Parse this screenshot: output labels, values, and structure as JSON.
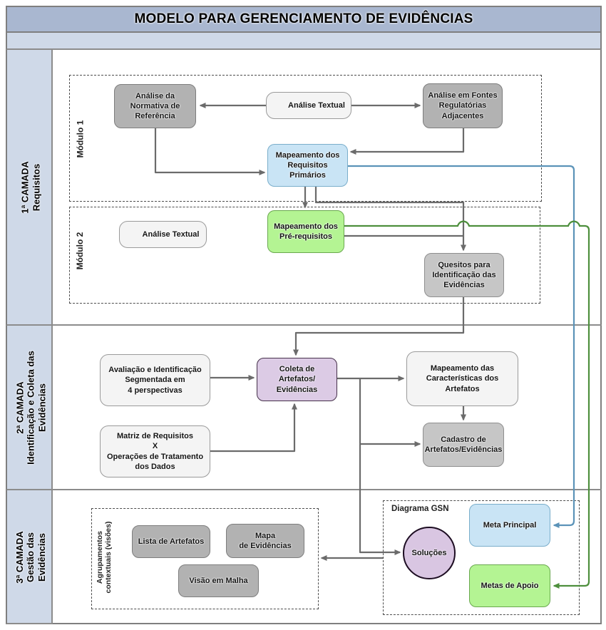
{
  "title": "MODELO PARA GERENCIAMENTO DE EVIDÊNCIAS",
  "sidebar": {
    "layer1": [
      "1ª CAMADA",
      "Requisitos"
    ],
    "layer2": [
      "2ª CAMADA",
      "Identificação e Coleta das",
      "Evidências"
    ],
    "layer3": [
      "3ª CAMADA",
      "Gestão das",
      "Evidências"
    ]
  },
  "groups": {
    "module1": "Módulo 1",
    "module2": "Módulo 2",
    "agrupamentos": [
      "Agrupamentos",
      "contextuais (visões)"
    ],
    "gsn": "Diagrama GSN"
  },
  "nodes": {
    "analise_normativa": [
      "Análise da",
      "Normativa de",
      "Referência"
    ],
    "analise_textual_1": "Análise Textual",
    "analise_fontes": [
      "Análise em Fontes",
      "Regulatórias",
      "Adjacentes"
    ],
    "map_req_prim": [
      "Mapeamento dos",
      "Requisitos Primários"
    ],
    "analise_textual_2": "Análise Textual",
    "map_pre_req": [
      "Mapeamento dos",
      "Pré-requisitos"
    ],
    "quesitos": [
      "Quesitos para",
      "Identificação das",
      "Evidências"
    ],
    "avaliacao": [
      "Avaliação e Identificação",
      "Segmentada em",
      "4 perspectivas"
    ],
    "matriz": [
      "Matriz de Requisitos",
      "X",
      "Operações de Tratamento",
      "dos Dados"
    ],
    "coleta": [
      "Coleta de Artefatos/",
      "Evidências"
    ],
    "map_caract": [
      "Mapeamento das",
      "Características dos",
      "Artefatos"
    ],
    "cadastro": [
      "Cadastro de",
      "Artefatos/Evidências"
    ],
    "lista_artefatos": "Lista de Artefatos",
    "mapa_evidencias": [
      "Mapa",
      "de Evidências"
    ],
    "visao_malha": "Visão em Malha",
    "solucoes": "Soluções",
    "meta_principal": "Meta Principal",
    "metas_apoio": "Metas de Apoio"
  },
  "icons": {
    "gears": "⚙"
  },
  "colors": {
    "titlebar_bg": "#a9b7d0",
    "sidebar_bg": "#cfd9e8",
    "wire_gray": "#6b6b6b",
    "wire_blue": "#5b93b8",
    "wire_green": "#4e8f3d",
    "node_gray": "#b2b2b2",
    "node_blue": "#c9e4f5",
    "node_green": "#b4f493",
    "node_purple": "#dccbe5"
  }
}
